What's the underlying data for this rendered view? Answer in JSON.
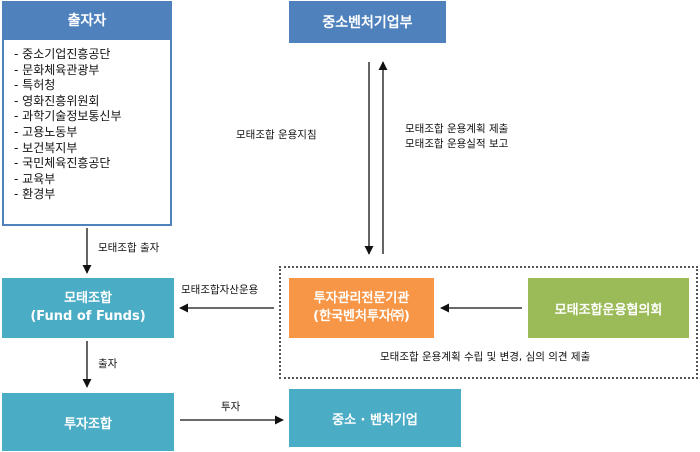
{
  "investors": {
    "title": "출자자",
    "items": [
      "중소기업진흥공단",
      "문화체육관광부",
      "특허청",
      "영화진흥위원회",
      "과학기술정보통신부",
      "고용노동부",
      "보건복지부",
      "국민체육진흥공단",
      "교육부",
      "환경부"
    ]
  },
  "nodes": {
    "smba": "중소벤처기업부",
    "fof_line1": "모태조합",
    "fof_line2": "(Fund of Funds)",
    "kvic_line1": "투자관리전문기관",
    "kvic_line2": "(한국벤처투자㈜)",
    "council": "모태조합운용협의회",
    "vc_fund": "투자조합",
    "sme": "중소 · 벤처기업"
  },
  "edge_labels": {
    "guideline": "모태조합 운용지침",
    "report_line1": "모태조합 운용계획 제출",
    "report_line2": "모태조합 운용실적 보고",
    "fof_contribution": "모태조합 출자",
    "asset_management": "모태조합자산운용",
    "contribution": "출자",
    "investment": "투자",
    "council_role": "모태조합 운용계획 수립 및 변경, 심의 의견 제출"
  },
  "colors": {
    "blue": "#4f81bd",
    "teal": "#4bacc6",
    "orange": "#f79646",
    "green": "#9bbb59"
  }
}
